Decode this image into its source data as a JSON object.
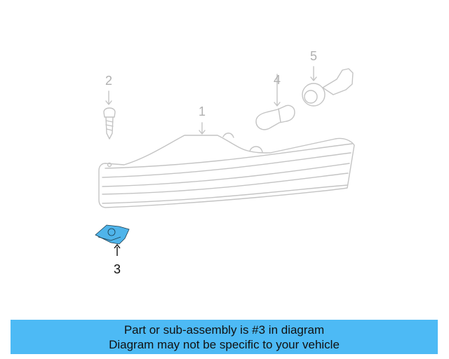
{
  "diagram": {
    "callouts": [
      {
        "number": "1",
        "part": "lamp-housing"
      },
      {
        "number": "2",
        "part": "screw"
      },
      {
        "number": "3",
        "part": "clip-nut",
        "highlighted": true
      },
      {
        "number": "4",
        "part": "bulb"
      },
      {
        "number": "5",
        "part": "socket"
      }
    ],
    "highlight_color": "#4fb4ea",
    "line_color": "#c4c4c4"
  },
  "banner": {
    "line1": "Part or sub-assembly is #3 in diagram",
    "line2": "Diagram may not be specific to your vehicle",
    "color": "#4dbaf5"
  }
}
